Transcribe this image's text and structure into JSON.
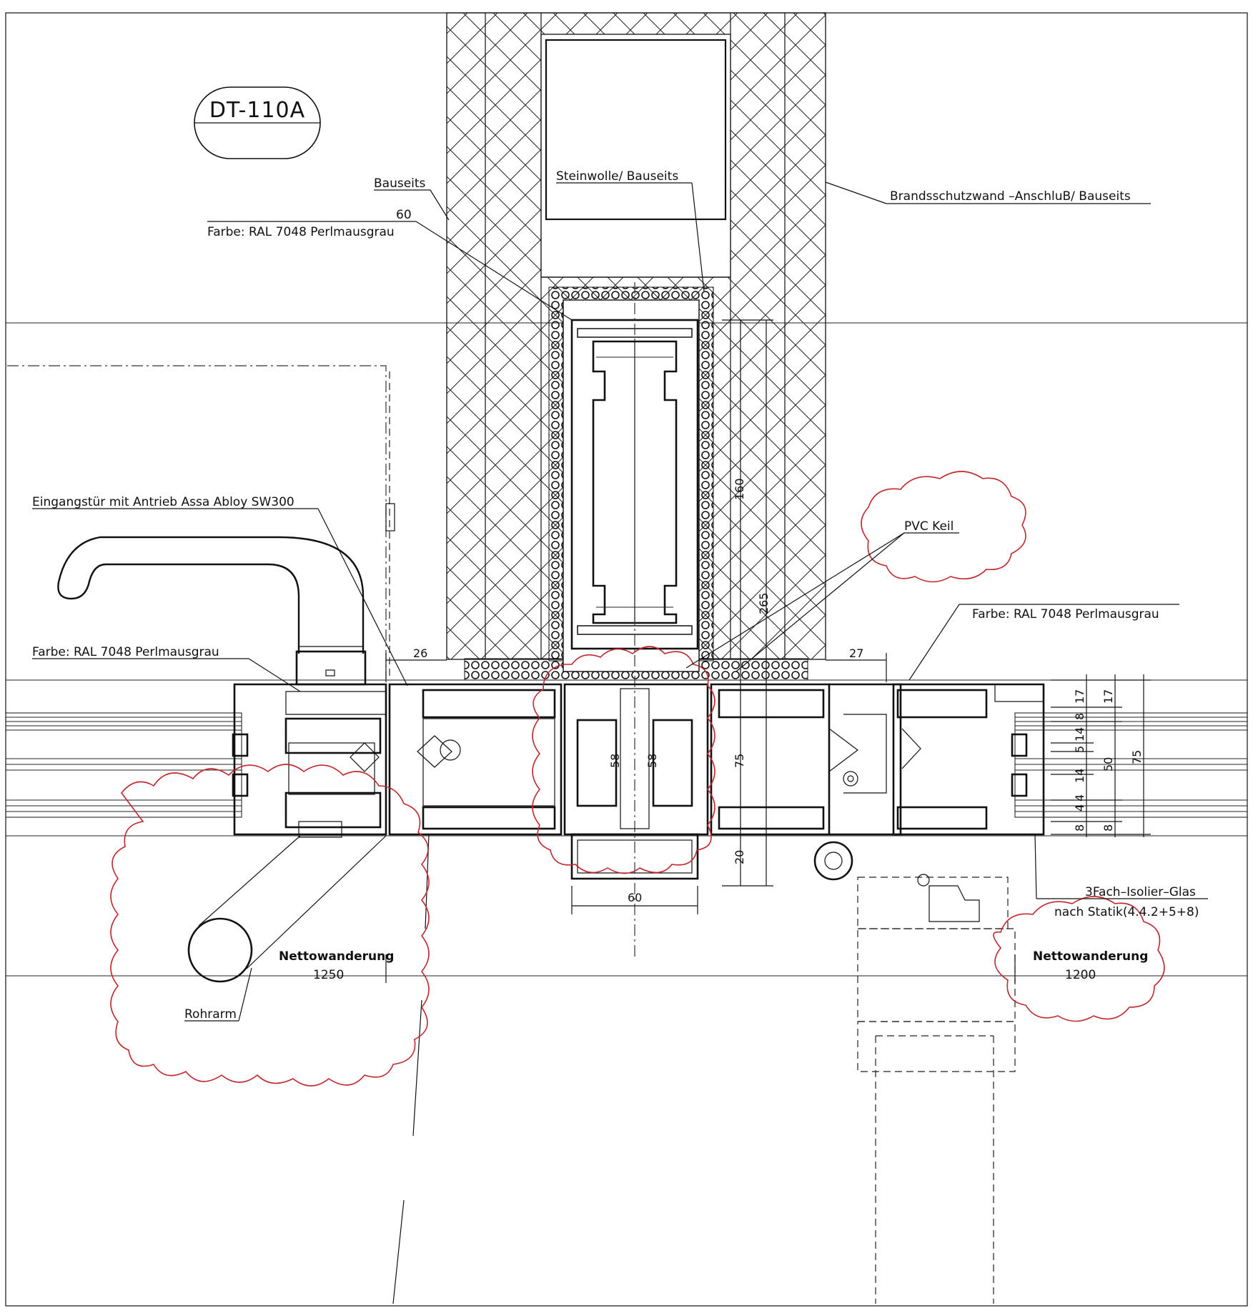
{
  "drawing_id": "DT-110A",
  "labels": {
    "bauseits": "Bauseits",
    "sixty_top": "60",
    "farbe_left_top": "Farbe: RAL 7048 Perlmausgrau",
    "steinwolle": "Steinwolle/ Bauseits",
    "brandschutz": "Brandsschutzwand –AnschluB/ Bauseits",
    "eingangstuer": "Eingangstür mit Antrieb Assa Abloy SW300",
    "farbe_left": "Farbe: RAL 7048 Perlmausgrau",
    "pvc_keil": "PVC Keil",
    "farbe_right": "Farbe: RAL 7048 Perlmausgrau",
    "glas_line1": "3Fach–Isolier–Glas",
    "glas_line2": "nach Statik(4.4.2+5+8)",
    "netto_left_title": "Nettowanderung",
    "netto_left_value": "1250",
    "netto_right_title": "Nettowanderung",
    "netto_right_value": "1200",
    "rohrarm": "Rohrarm"
  },
  "dimensions": {
    "d26": "26",
    "d27": "27",
    "d160": "160",
    "d265": "265",
    "d75_mid": "75",
    "d58_left": "58",
    "d58_right": "58",
    "d20": "20",
    "d60_bottom": "60",
    "chain_17": "17",
    "chain_8a": "8",
    "chain_14a": "14",
    "chain_5": "5",
    "chain_14b": "14",
    "chain_4a": "4",
    "chain_4b": "4",
    "chain_8b": "8",
    "outer_17": "17",
    "outer_50": "50",
    "outer_8": "8",
    "overall_75": "75"
  },
  "colors": {
    "ink": "#111111",
    "revision_cloud": "#c0282d"
  }
}
